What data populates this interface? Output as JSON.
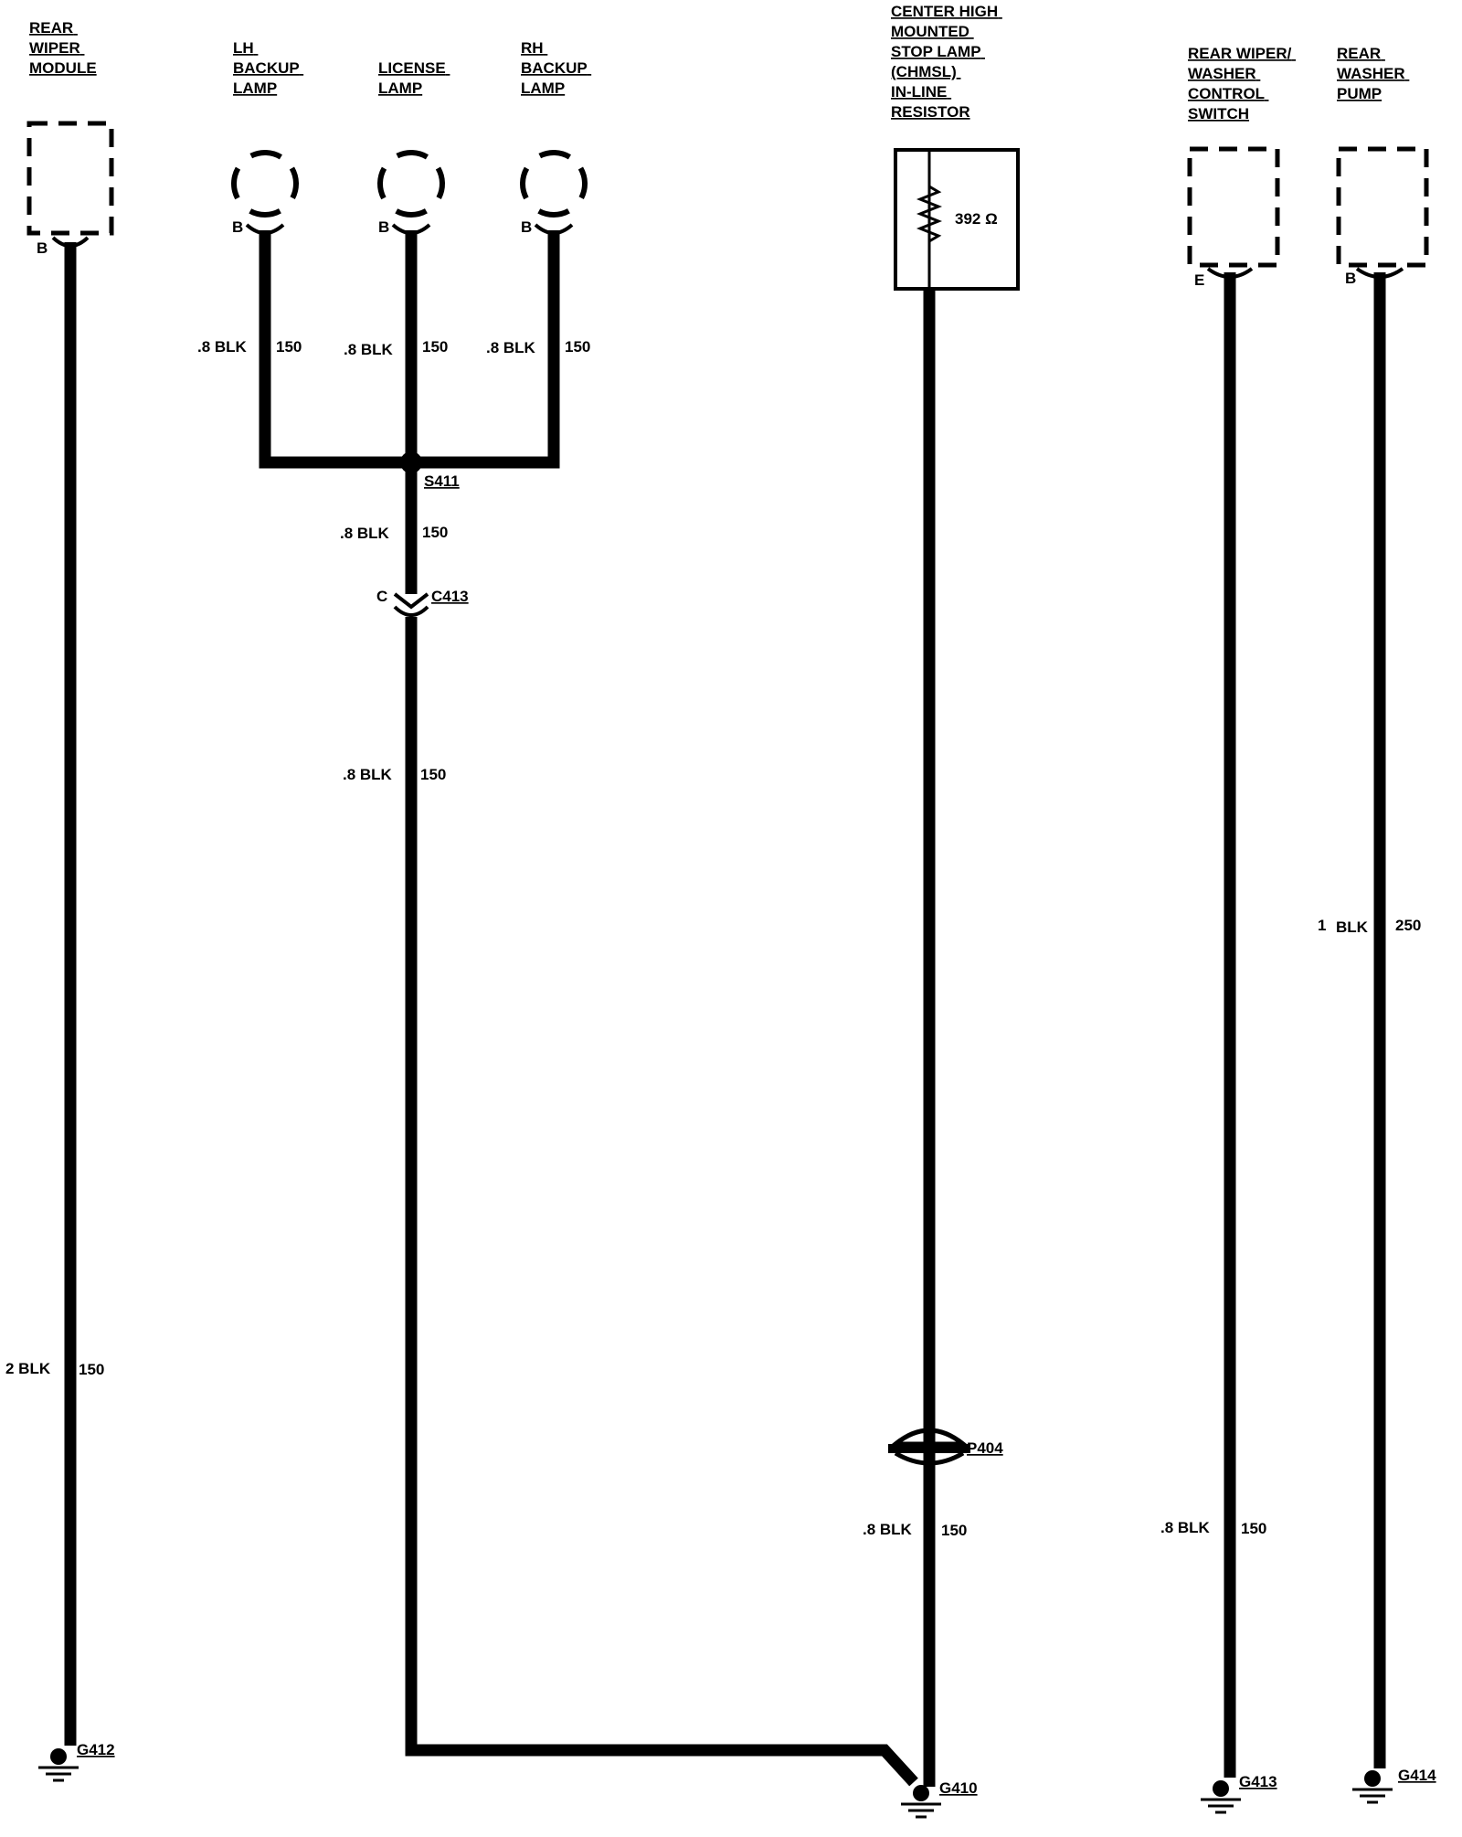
{
  "components": {
    "rear_wiper_module": [
      "REAR",
      "WIPER",
      "MODULE"
    ],
    "lh_backup_lamp": [
      "LH",
      "BACKUP",
      "LAMP"
    ],
    "license_lamp": [
      "LICENSE",
      "LAMP"
    ],
    "rh_backup_lamp": [
      "RH",
      "BACKUP",
      "LAMP"
    ],
    "chmsl_resistor": [
      "CENTER HIGH",
      "MOUNTED",
      "STOP LAMP",
      "(CHMSL)",
      "IN-LINE",
      "RESISTOR"
    ],
    "rear_wiper_washer_switch": [
      "REAR WIPER/",
      "WASHER",
      "CONTROL",
      "SWITCH"
    ],
    "rear_washer_pump": [
      "REAR",
      "WASHER",
      "PUMP"
    ]
  },
  "resistor_value": "392 Ω",
  "pins": {
    "rear_wiper_module": "B",
    "lh_backup_lamp": "B",
    "license_lamp": "B",
    "rh_backup_lamp": "B",
    "rear_wiper_washer_switch": "E",
    "rear_washer_pump": "B",
    "c413": "C"
  },
  "connectors": {
    "splice": "S411",
    "inline_connector": "C413",
    "pass_through": "P404"
  },
  "wires": {
    "lh_backup": {
      "gauge_color": ".8 BLK",
      "circuit": "150"
    },
    "license": {
      "gauge_color": ".8 BLK",
      "circuit": "150"
    },
    "rh_backup": {
      "gauge_color": ".8 BLK",
      "circuit": "150"
    },
    "s411_down": {
      "gauge_color": ".8 BLK",
      "circuit": "150"
    },
    "c413_down": {
      "gauge_color": ".8 BLK",
      "circuit": "150"
    },
    "rear_wiper_module": {
      "gauge_color": "2 BLK",
      "circuit": "150"
    },
    "chmsl": {
      "gauge_color": ".8 BLK",
      "circuit": "150"
    },
    "switch": {
      "gauge_color": ".8 BLK",
      "circuit": "150"
    },
    "pump": {
      "gauge": "1",
      "color": "BLK",
      "circuit": "250"
    }
  },
  "grounds": {
    "rear_wiper_module": "G412",
    "rear_lamps": "G410",
    "switch": "G413",
    "pump": "G414"
  }
}
